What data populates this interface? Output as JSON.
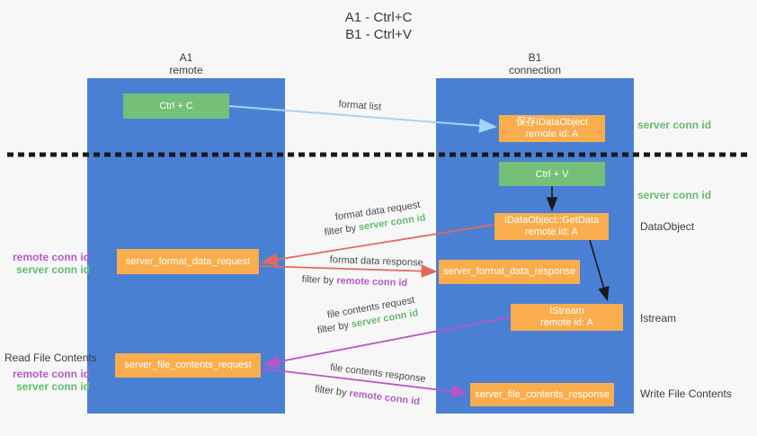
{
  "title": {
    "line1": "A1 - Ctrl+C",
    "line2": "B1 - Ctrl+V"
  },
  "columns": {
    "left": {
      "id": "A1",
      "name": "remote"
    },
    "right": {
      "id": "B1",
      "name": "connection"
    }
  },
  "boxes": {
    "ctrl_c": {
      "label": "Ctrl + C"
    },
    "save_dataobject": {
      "line1": "保存IDataObject",
      "line2": "remote id: A"
    },
    "ctrl_v": {
      "label": "Ctrl + V"
    },
    "getdata": {
      "line1": "IDataObject::GetData",
      "line2": "remote id: A"
    },
    "format_request": {
      "label": "server_format_data_request"
    },
    "format_response": {
      "label": "server_format_data_response"
    },
    "istream": {
      "line1": "IStream",
      "line2": "remote id: A"
    },
    "file_request": {
      "label": "server_file_contents_request"
    },
    "file_response": {
      "label": "server_file_contents_response"
    }
  },
  "labels": {
    "format_list": "format list",
    "filter_by": "filter by",
    "server_conn_id": "server conn id",
    "remote_conn_id": "remote conn id",
    "dataobject": "DataObject",
    "istream": "Istream",
    "read_file_contents": "Read File Contents",
    "write_file_contents": "Write File Contents",
    "format_data_request": "format data request",
    "format_data_response": "format data response",
    "file_contents_request": "file contents request",
    "file_contents_response": "file contents response"
  },
  "colors": {
    "lifeline_blue": "#4a80d4",
    "action_green": "#74c078",
    "message_orange": "#f9ad4d",
    "server_conn_id_green": "#62bd6c",
    "remote_conn_id_purple": "#b45bc8",
    "request_arrow_red": "#e5685e",
    "response_arrow_purple": "#ba55c5",
    "format_list_arrow_blue": "#a5d5f2",
    "text_dark": "#3c3c3c",
    "background": "#f7f7f7"
  }
}
